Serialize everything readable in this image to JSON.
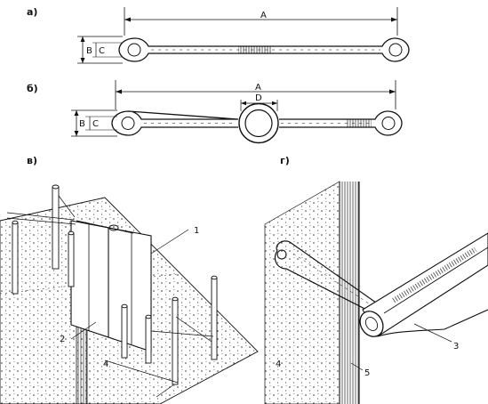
{
  "panels": {
    "a": {
      "label": "а)",
      "dim_length": "A",
      "dim_height": "B",
      "dim_inner": "C"
    },
    "b": {
      "label": "б)",
      "dim_length": "A",
      "dim_height": "B",
      "dim_inner": "C",
      "dim_ring": "D"
    },
    "v": {
      "label": "в)",
      "callouts": [
        "1",
        "2",
        "4"
      ]
    },
    "g": {
      "label": "г)",
      "callouts": [
        "3",
        "5",
        "4"
      ]
    }
  }
}
